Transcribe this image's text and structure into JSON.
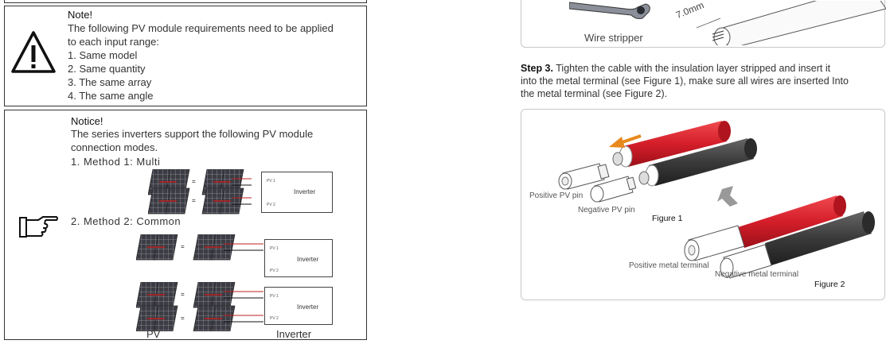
{
  "note": {
    "title": "Note!",
    "lines": [
      "The following PV module requirements need to be applied",
      "to each input range:",
      "1. Same model",
      "2. Same quantity",
      "3. The same array",
      "4. The same angle"
    ]
  },
  "notice": {
    "title": "Notice!",
    "lines": [
      "The series inverters support the following PV  module",
      "connection modes."
    ],
    "method1": "1. Method 1: Multi",
    "method2": "2. Method 2: Common",
    "inverter_name": "Inverter",
    "pv1": "PV 1",
    "pv2": "PV 2",
    "eq": "=",
    "bottom_pv": "PV",
    "bottom_inverter": "Inverter"
  },
  "wire_stripper": {
    "label": "Wire stripper",
    "dimension": "7.0mm"
  },
  "step3": {
    "label": "Step 3.",
    "lines": [
      " Tighten the cable with the insulation layer stripped and insert it",
      "into the metal terminal (see Figure 1), make sure all wires are inserted Into",
      "the metal terminal (see Figure 2)."
    ]
  },
  "figure": {
    "positive_pv_pin": "Positive PV pin",
    "negative_pv_pin": "Negative PV pin",
    "figure1": "Figure 1",
    "positive_metal_terminal": "Positive metal terminal",
    "negative_metal_terminal": "Negative metal terminal",
    "figure2": "Figure 2"
  },
  "colors": {
    "red_cable": "#d41e2a",
    "black_cable": "#3a3a3a",
    "arrow_orange": "#e8891d",
    "border": "#333333"
  }
}
